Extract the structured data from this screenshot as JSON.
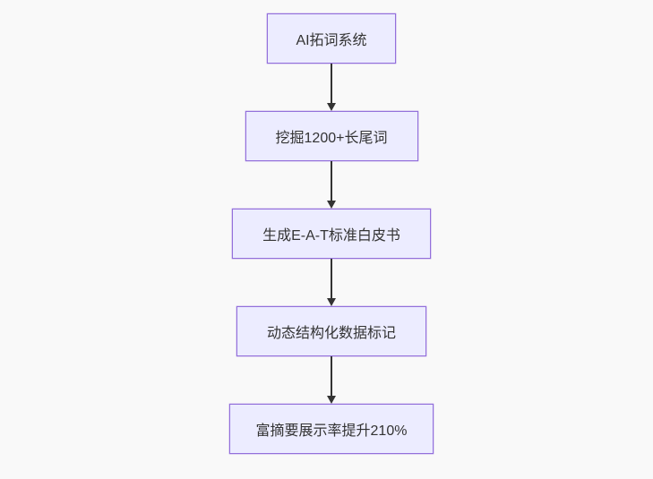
{
  "flowchart": {
    "type": "flowchart-top-down",
    "nodes": [
      {
        "id": "node-1",
        "label": "AI拓词系统"
      },
      {
        "id": "node-2",
        "label": "挖掘1200+长尾词"
      },
      {
        "id": "node-3",
        "label": "生成E-A-T标准白皮书"
      },
      {
        "id": "node-4",
        "label": "动态结构化数据标记"
      },
      {
        "id": "node-5",
        "label": "富摘要展示率提升210%"
      }
    ],
    "edges": [
      {
        "from": "node-1",
        "to": "node-2"
      },
      {
        "from": "node-2",
        "to": "node-3"
      },
      {
        "from": "node-3",
        "to": "node-4"
      },
      {
        "from": "node-4",
        "to": "node-5"
      }
    ],
    "colors": {
      "node_fill": "#ECECFF",
      "node_border": "#9370DB",
      "edge": "#333333",
      "text": "#333333",
      "background": "#f9f9f9"
    }
  }
}
